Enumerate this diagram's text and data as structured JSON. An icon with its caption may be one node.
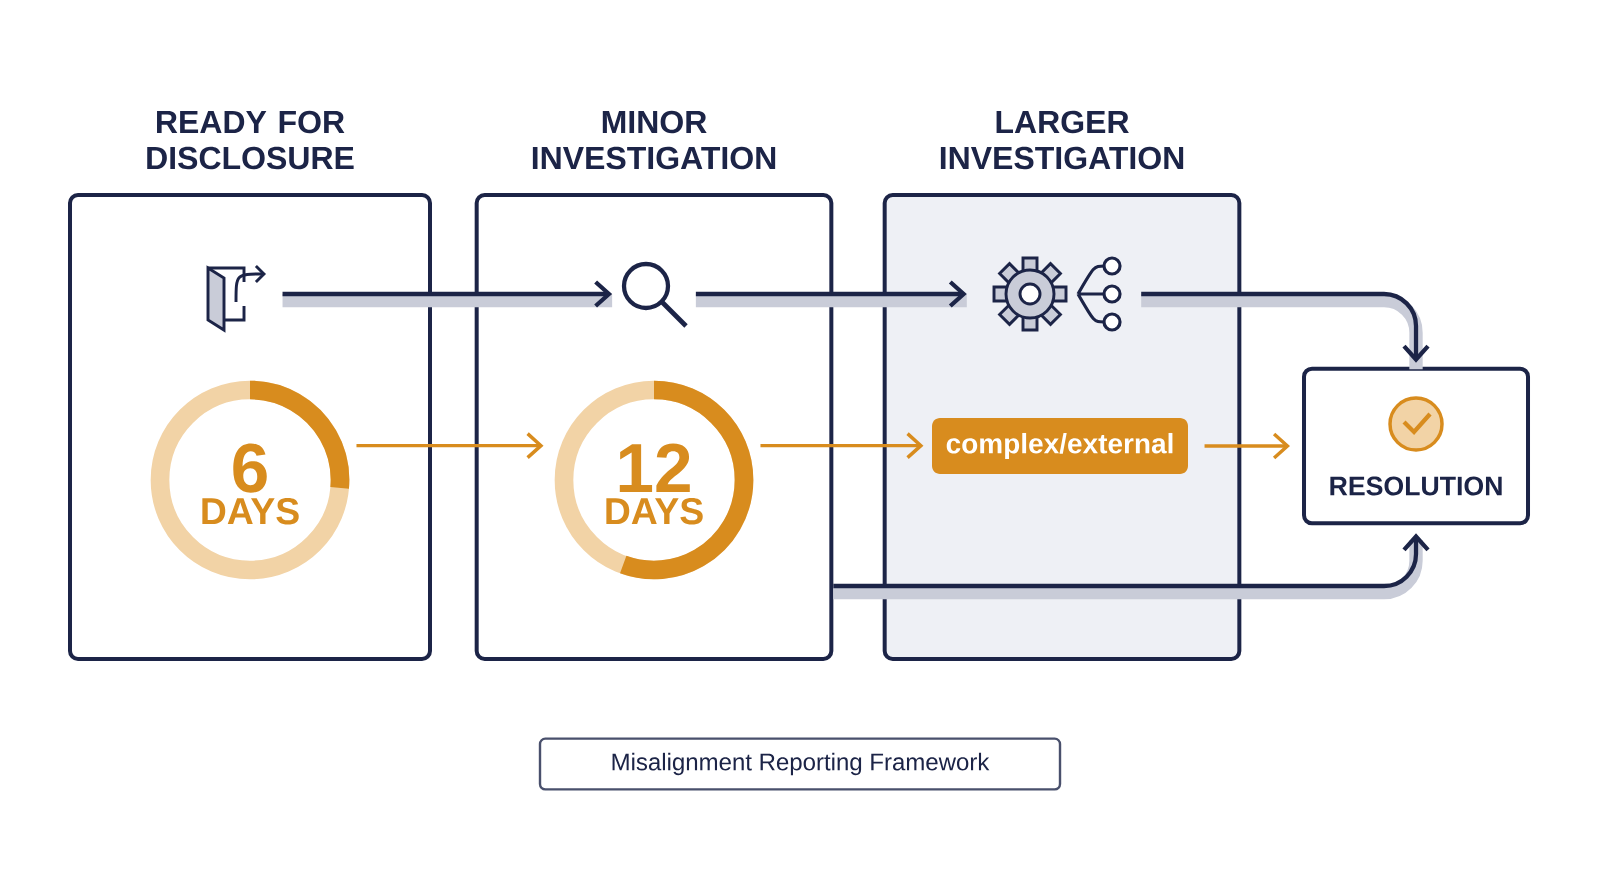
{
  "diagram": {
    "nodes": [
      {
        "text": [
          "READY FOR DISCLOSURE"
        ]
      },
      {
        "text": [
          "MINOR INVESTIGATION"
        ]
      },
      {
        "text": [
          "LARGER INVESTIGATION"
        ]
      },
      {
        "text": [],
        "shape": "door",
        "in": 0
      },
      {
        "text": [],
        "shape": "magnifier",
        "in": 1
      },
      {
        "text": [],
        "shape": "gear",
        "in": 2
      },
      {
        "text": [
          "6",
          "DAYS"
        ],
        "in": 0
      },
      {
        "text": [
          "12",
          "DAYS"
        ],
        "in": 1
      },
      {
        "text": [
          "complex/external"
        ],
        "in": 2
      },
      {
        "text": [
          "RESOLUTION"
        ]
      }
    ],
    "edges": [
      {
        "from": 3,
        "to": 4,
        "arrow": "to"
      },
      {
        "from": 4,
        "to": 5,
        "arrow": "to"
      },
      {
        "from": 5,
        "to": 9,
        "arrow": "to"
      },
      {
        "from": 6,
        "to": 7,
        "arrow": "to",
        "color": "#d88c1e"
      },
      {
        "from": 7,
        "to": 8,
        "arrow": "to",
        "color": "#d88c1e"
      },
      {
        "from": 8,
        "to": 9,
        "arrow": "to",
        "color": "#d88c1e"
      },
      {
        "from": 1,
        "to": 9,
        "arrow": "to"
      }
    ],
    "labels": [
      "Misalignment Reporting Framework"
    ]
  }
}
